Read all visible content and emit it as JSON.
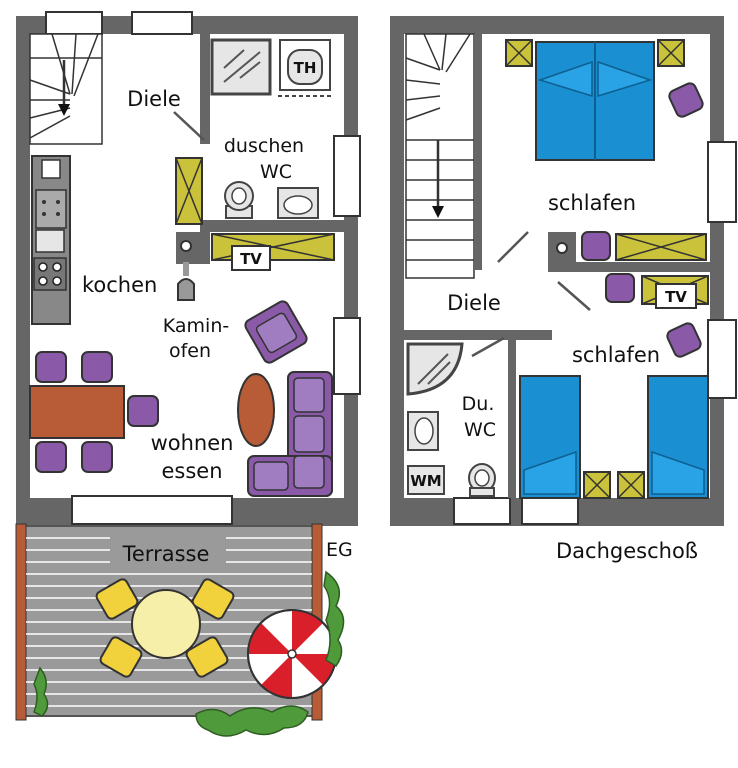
{
  "labels": {
    "diele_eg": "Diele",
    "duschen": "duschen",
    "wc": "WC",
    "th": "TH",
    "kochen": "kochen",
    "tv_eg": "TV",
    "kamin": "Kamin-",
    "ofen": "ofen",
    "wohnen": "wohnen",
    "essen": "essen",
    "terrasse": "Terrasse",
    "eg": "EG",
    "schlafen_top": "schlafen",
    "diele_dg": "Diele",
    "schlafen_bottom": "schlafen",
    "tv_dg": "TV",
    "du": "Du.",
    "wc_dg": "WC",
    "wm": "WM",
    "dachgeschoss": "Dachgeschoß"
  },
  "colors": {
    "wall": "#666666",
    "floor": "#ffffff",
    "bed": "#1a8fd1",
    "furniture": "#8a5aa8",
    "table": "#b85c38",
    "cabinet": "#c9c23a",
    "deck": "#9a9a9a",
    "chair": "#f2d23c",
    "parasol_red": "#d9202a",
    "plant": "#4f9a3a"
  }
}
